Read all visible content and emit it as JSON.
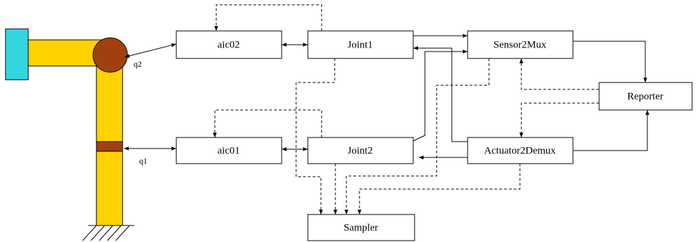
{
  "colors": {
    "arm": "#ffd200",
    "joint": "#a0400f",
    "end_effector": "#33d6e0",
    "line": "#000000"
  },
  "blocks": {
    "aic02": "aic02",
    "aic01": "aic01",
    "joint1": "Joint1",
    "joint2": "Joint2",
    "sensor2mux": "Sensor2Mux",
    "actuator2demux": "Actuator2Demux",
    "reporter": "Reporter",
    "sampler": "Sampler"
  },
  "robot": {
    "q1_label": "q1",
    "q2_label": "q2"
  }
}
